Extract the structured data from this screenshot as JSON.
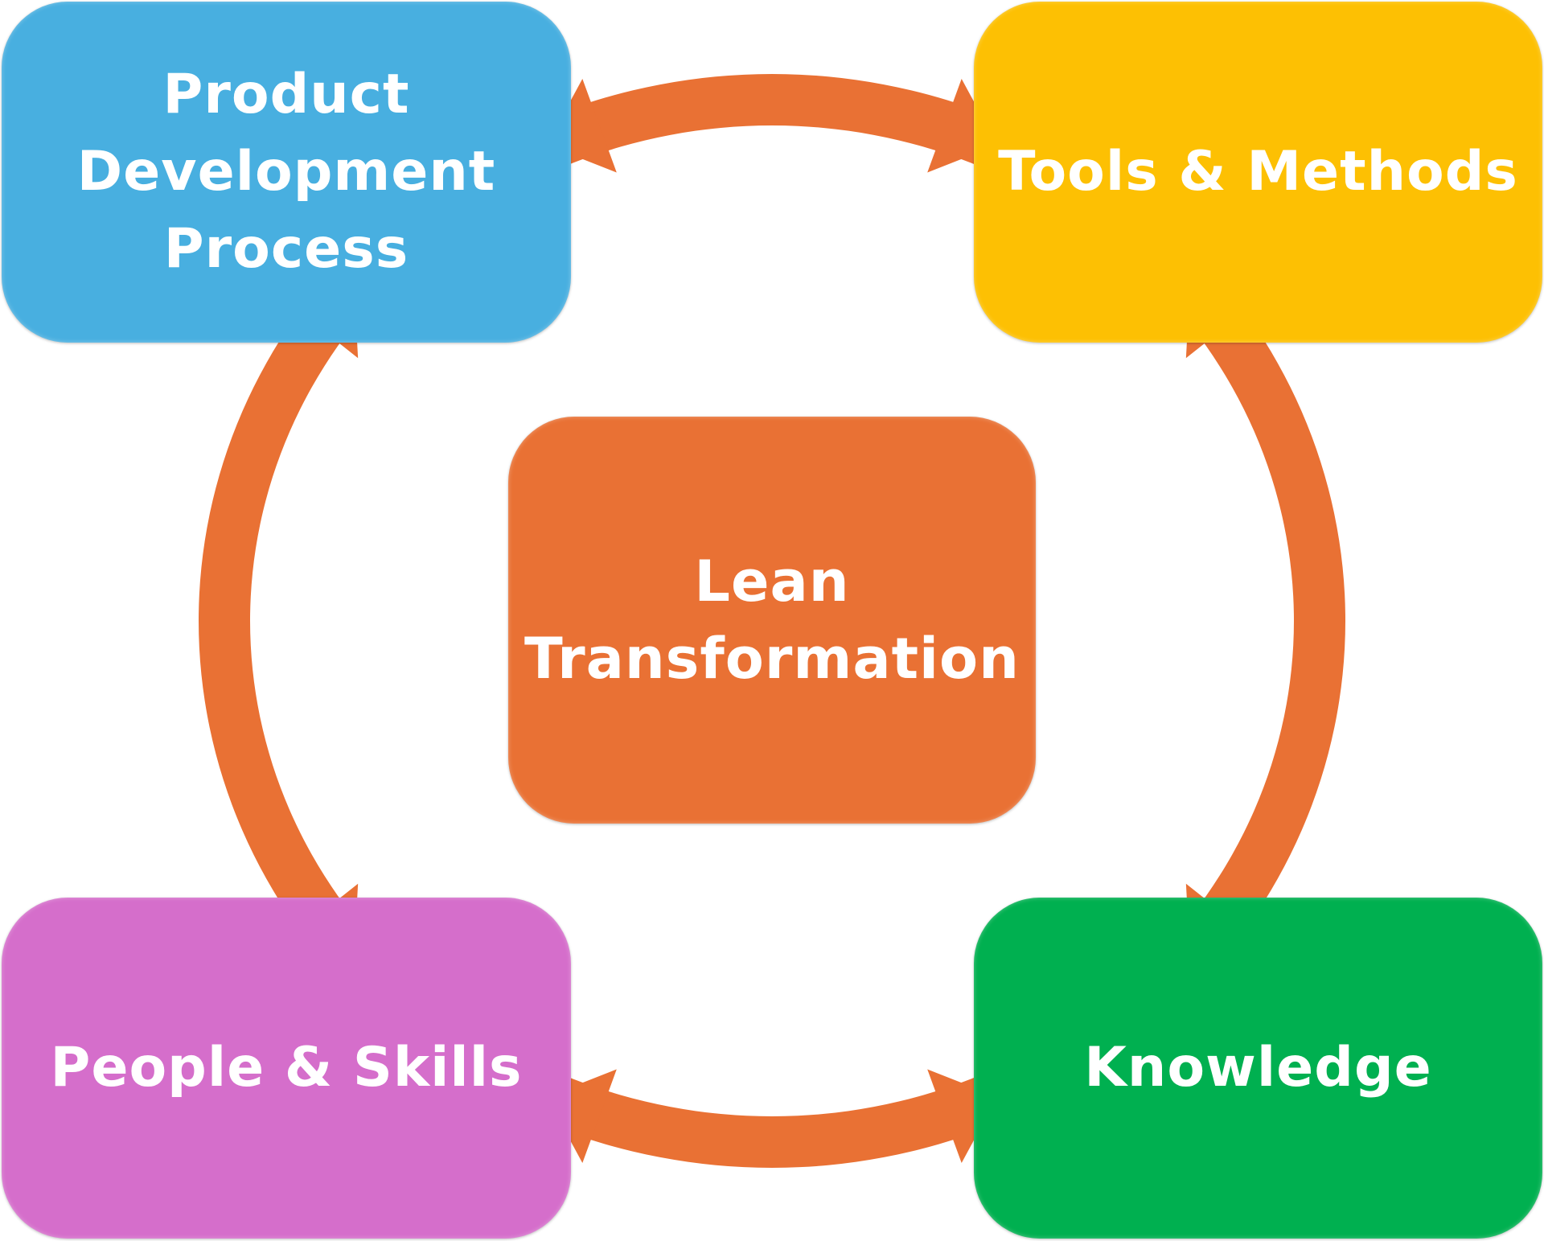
{
  "diagram": {
    "title": "",
    "center": {
      "label": "Lean\nTransformation",
      "color": "#e97134"
    },
    "nodes": [
      {
        "id": "pdp",
        "label": "Product\nDevelopment\nProcess",
        "color": "#48afe0"
      },
      {
        "id": "tools",
        "label": "Tools & Methods",
        "color": "#fdc003"
      },
      {
        "id": "knowledge",
        "label": "Knowledge",
        "color": "#00b050"
      },
      {
        "id": "people",
        "label": "People & Skills",
        "color": "#d56ecb"
      }
    ],
    "connector_color": "#e97134",
    "connections": [
      {
        "from": "pdp",
        "to": "tools",
        "direction": "bidirectional"
      },
      {
        "from": "tools",
        "to": "knowledge",
        "direction": "bidirectional"
      },
      {
        "from": "knowledge",
        "to": "people",
        "direction": "bidirectional"
      },
      {
        "from": "people",
        "to": "pdp",
        "direction": "bidirectional"
      }
    ]
  }
}
